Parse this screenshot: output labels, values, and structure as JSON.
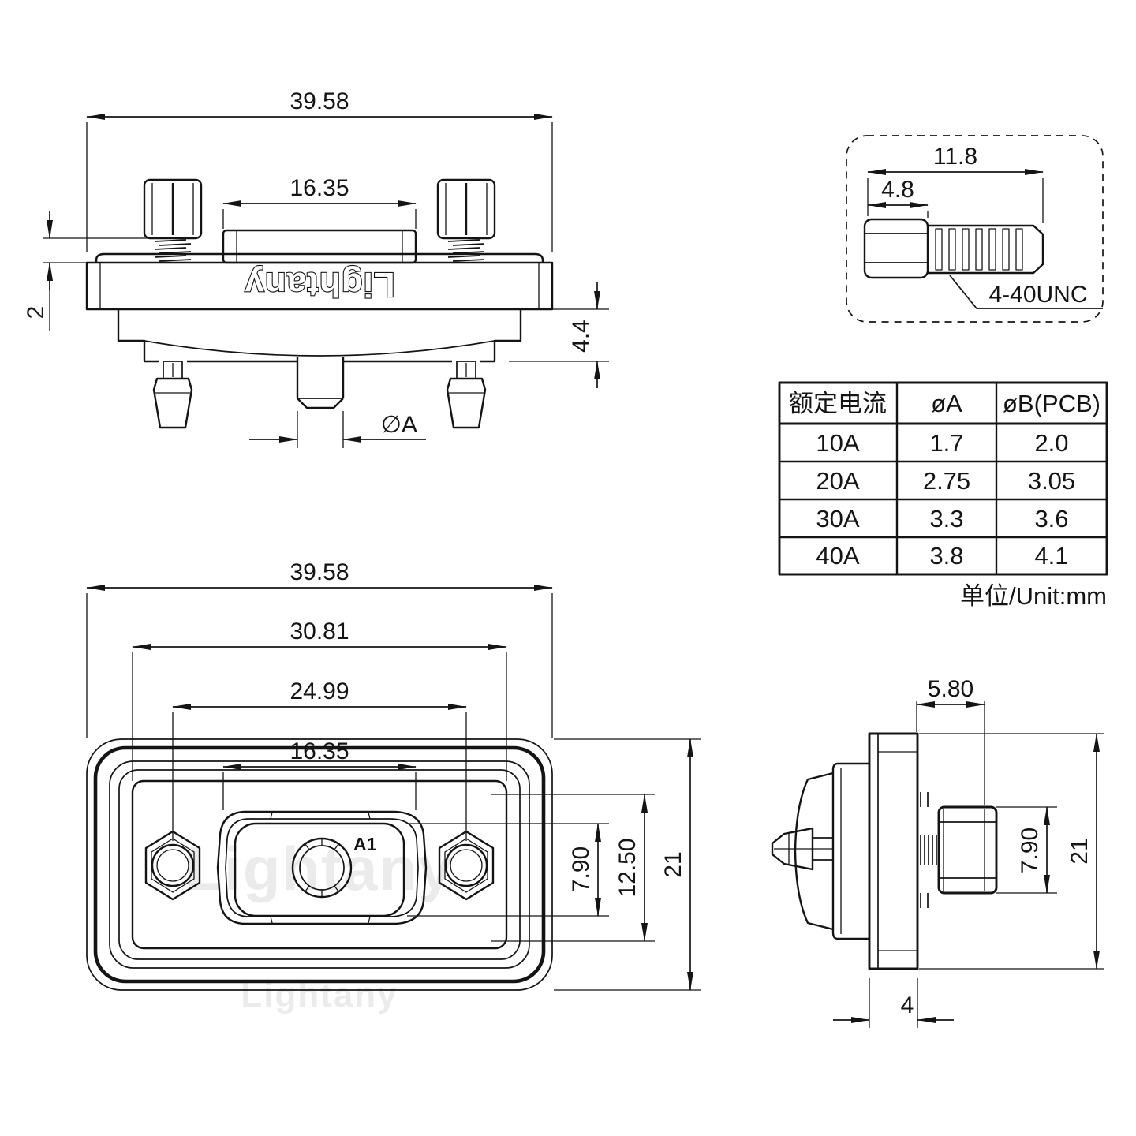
{
  "drawing": {
    "brand": "Lightany",
    "unit_note": "单位/Unit:mm",
    "front_view": {
      "dim_total_width": "39.58",
      "dim_shroud_width": "16.35",
      "dim_washer_gap": "2",
      "dim_rear_depth": "4.4",
      "dim_pin_diameter": "∅A"
    },
    "screw_detail": {
      "dim_total_length": "11.8",
      "dim_head_length": "4.8",
      "thread_spec": "4-40UNC"
    },
    "spec_table": {
      "headers": [
        "额定电流",
        "øA",
        "øB(PCB)"
      ],
      "rows": [
        {
          "current": "10A",
          "dia_a": "1.7",
          "dia_b": "2.0"
        },
        {
          "current": "20A",
          "dia_a": "2.75",
          "dia_b": "3.05"
        },
        {
          "current": "30A",
          "dia_a": "3.3",
          "dia_b": "3.6"
        },
        {
          "current": "40A",
          "dia_a": "3.8",
          "dia_b": "4.1"
        }
      ]
    },
    "face_view": {
      "dim_total_width": "39.58",
      "dim_panel_width": "30.81",
      "dim_screw_spacing": "24.99",
      "dim_shroud_width": "16.35",
      "dim_opening_height": "7.90",
      "dim_insert_height": "12.50",
      "dim_total_height": "21",
      "contact_label": "A1",
      "watermark": "Lightany",
      "watermark_bottom": "Lightany"
    },
    "side_view": {
      "dim_front_projection": "5.80",
      "dim_nut_height": "7.90",
      "dim_total_height": "21",
      "dim_plate_thickness": "4"
    }
  }
}
